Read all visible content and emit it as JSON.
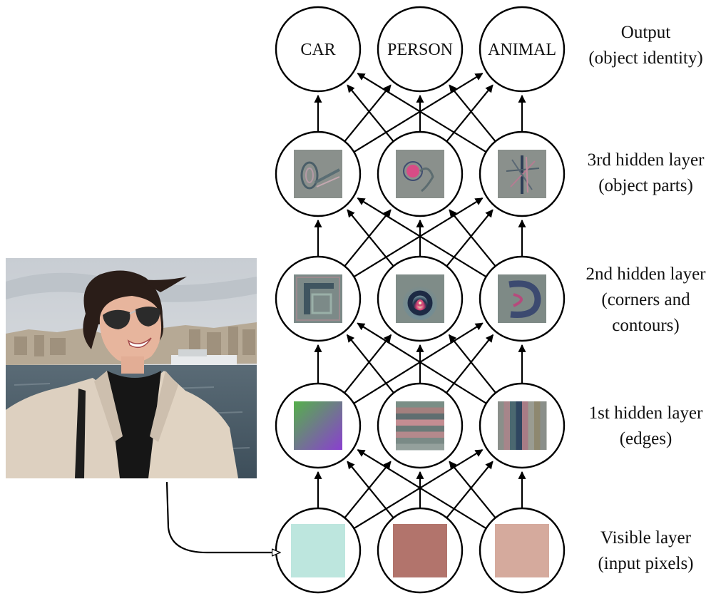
{
  "layers": [
    {
      "key": "output",
      "label_lines": [
        "Output",
        "(object identity)"
      ],
      "nodes": [
        {
          "name": "car",
          "text": "CAR"
        },
        {
          "name": "person",
          "text": "PERSON"
        },
        {
          "name": "animal",
          "text": "ANIMAL"
        }
      ]
    },
    {
      "key": "hidden3",
      "label_lines": [
        "3rd hidden layer",
        "(object parts)"
      ],
      "nodes": [
        {
          "name": "wheel-feature",
          "pattern": "object-part-wheel"
        },
        {
          "name": "face-feature",
          "pattern": "object-part-face"
        },
        {
          "name": "limb-feature",
          "pattern": "object-part-legs"
        }
      ]
    },
    {
      "key": "hidden2",
      "label_lines": [
        "2nd hidden layer",
        "(corners and",
        "contours)"
      ],
      "nodes": [
        {
          "name": "corner-feature",
          "pattern": "corner"
        },
        {
          "name": "eye-feature",
          "pattern": "circular-contour"
        },
        {
          "name": "contour-feature",
          "pattern": "curved-contour"
        }
      ]
    },
    {
      "key": "hidden1",
      "label_lines": [
        "1st hidden layer",
        "(edges)"
      ],
      "nodes": [
        {
          "name": "gradient-edge",
          "pattern": "diagonal-gradient",
          "colors": [
            "#55b04a",
            "#8a3fd0"
          ]
        },
        {
          "name": "horizontal-edge",
          "pattern": "horizontal-stripes"
        },
        {
          "name": "vertical-edge",
          "pattern": "vertical-stripes"
        }
      ]
    },
    {
      "key": "visible",
      "label_lines": [
        "Visible layer",
        "(input pixels)"
      ],
      "nodes": [
        {
          "name": "pixel-1",
          "color": "#bde6de"
        },
        {
          "name": "pixel-2",
          "color": "#b2746c"
        },
        {
          "name": "pixel-3",
          "color": "#d5aa9d"
        }
      ]
    }
  ],
  "input_image": {
    "subject": "smiling person with sunglasses and beige coat in front of a harbor"
  },
  "colors": {
    "stroke": "#000000",
    "background": "#ffffff"
  }
}
